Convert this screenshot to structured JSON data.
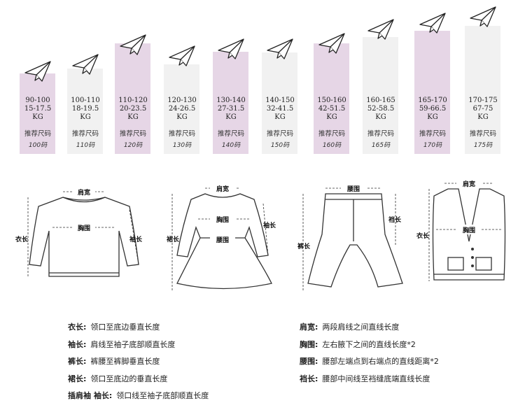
{
  "sizes": [
    {
      "range": "90-100",
      "weight": "15-17.5",
      "unit": "KG",
      "rec": "推荐尺码",
      "size": "100码",
      "hl": true
    },
    {
      "range": "100-110",
      "weight": "18-19.5",
      "unit": "KG",
      "rec": "推荐尺码",
      "size": "110码",
      "hl": false
    },
    {
      "range": "110-120",
      "weight": "20-23.5",
      "unit": "KG",
      "rec": "推荐尺码",
      "size": "120码",
      "hl": true
    },
    {
      "range": "120-130",
      "weight": "24-26.5",
      "unit": "KG",
      "rec": "推荐尺码",
      "size": "130码",
      "hl": false
    },
    {
      "range": "130-140",
      "weight": "27-31.5",
      "unit": "KG",
      "rec": "推荐尺码",
      "size": "140码",
      "hl": true
    },
    {
      "range": "140-150",
      "weight": "32-41.5",
      "unit": "KG",
      "rec": "推荐尺码",
      "size": "150码",
      "hl": false
    },
    {
      "range": "150-160",
      "weight": "42-51.5",
      "unit": "KG",
      "rec": "推荐尺码",
      "size": "160码",
      "hl": true
    },
    {
      "range": "160-165",
      "weight": "52-58.5",
      "unit": "KG",
      "rec": "推荐尺码",
      "size": "165码",
      "hl": false
    },
    {
      "range": "165-170",
      "weight": "59-66.5",
      "unit": "KG",
      "rec": "推荐尺码",
      "size": "170码",
      "hl": true
    },
    {
      "range": "170-175",
      "weight": "67-75",
      "unit": "KG",
      "rec": "推荐尺码",
      "size": "175码",
      "hl": false
    }
  ],
  "labels": {
    "shoulder": "肩宽",
    "chest": "胸围",
    "length": "衣长",
    "sleeve": "袖长",
    "skirt_length": "裙长",
    "waist": "腰围",
    "pants_length": "裤长",
    "crotch": "裆长"
  },
  "definitions": {
    "left": [
      {
        "term": "衣长:",
        "desc": "领口至底边垂直长度"
      },
      {
        "term": "袖长:",
        "desc": "肩线至袖子底部顺直长度"
      },
      {
        "term": "裤长:",
        "desc": "裤腰至裤脚垂直长度"
      },
      {
        "term": "裙长:",
        "desc": "领口至底边的垂直长度"
      },
      {
        "term": "插肩袖 袖长:",
        "desc": "领口线至袖子底部顺直长度"
      }
    ],
    "right": [
      {
        "term": "肩宽:",
        "desc": "两段肩线之间直线长度"
      },
      {
        "term": "胸围:",
        "desc": "左右腋下之间的直线长度*2"
      },
      {
        "term": "腰围:",
        "desc": "腰部左端点到右端点的直线距离*2"
      },
      {
        "term": "裆长:",
        "desc": "腰部中间线至裆缝底端直线长度"
      }
    ]
  }
}
